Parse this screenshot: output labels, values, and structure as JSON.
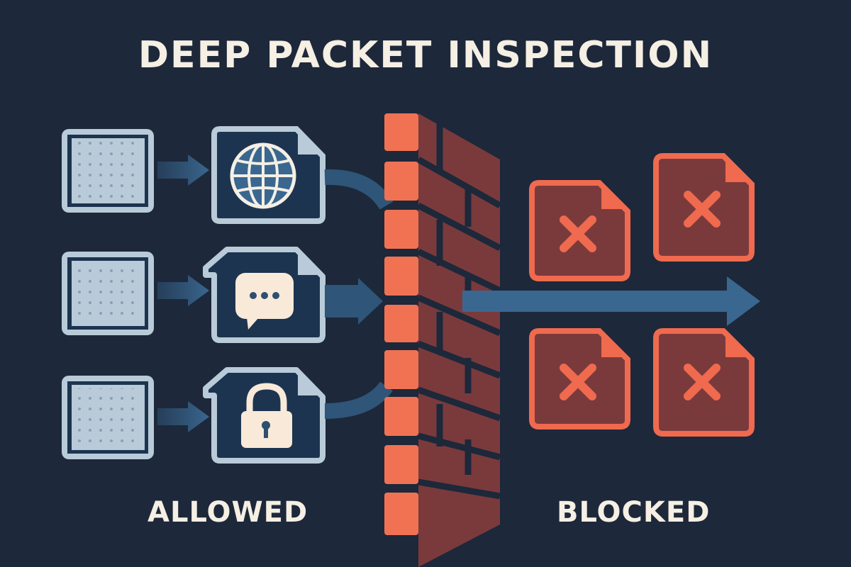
{
  "title": "DEEP PACKET INSPECTION",
  "labels": {
    "allowed": "ALLOWED",
    "blocked": "BLOCKED"
  },
  "colors": {
    "background": "#1d283a",
    "text": "#f5efe4",
    "packet_light": "#b9cbd8",
    "packet_border": "#8fa9bd",
    "arrow": "#3a6790",
    "brick_front": "#f07253",
    "brick_side": "#7a3a3c",
    "blocked_fill": "#7a3a3c",
    "blocked_border": "#ef6a4e"
  },
  "allowed_packets": [
    {
      "icon": "globe-icon"
    },
    {
      "icon": "chat-bubble-icon"
    },
    {
      "icon": "padlock-icon"
    }
  ],
  "blocked_packets": [
    {
      "icon": "x-icon"
    },
    {
      "icon": "x-icon"
    },
    {
      "icon": "x-icon"
    },
    {
      "icon": "x-icon"
    }
  ]
}
